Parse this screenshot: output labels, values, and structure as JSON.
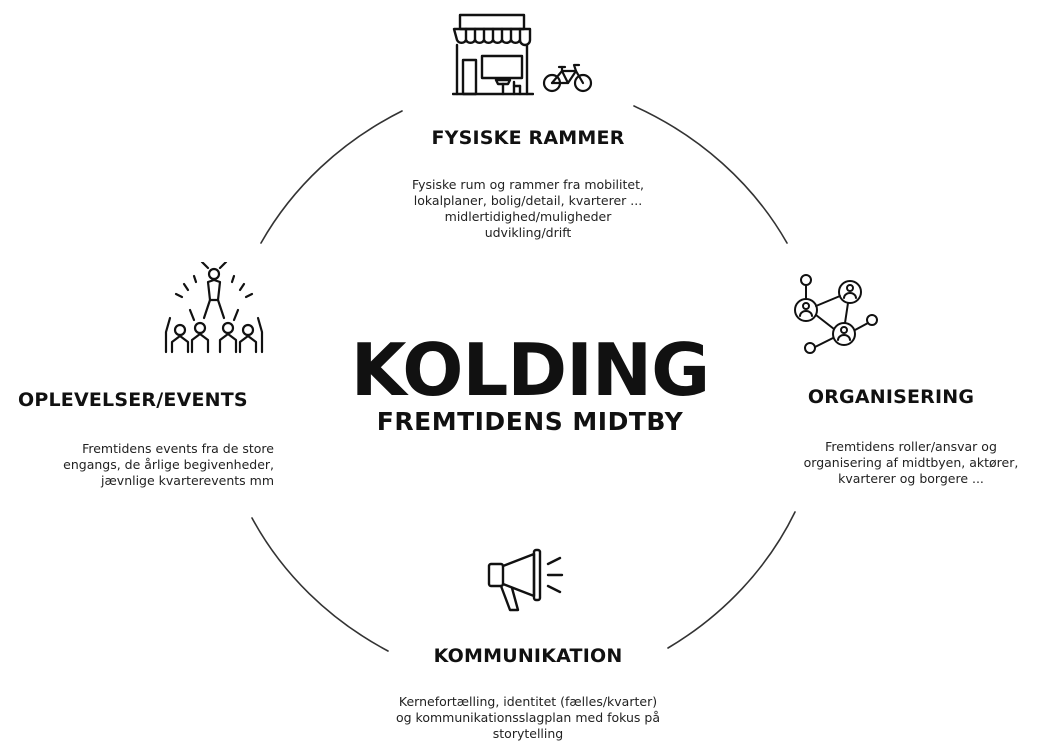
{
  "center": {
    "title": "KOLDING",
    "subtitle": "FREMTIDENS MIDTBY"
  },
  "sections": {
    "physical": {
      "title": "FYSISKE RAMMER",
      "lines": [
        "Fysiske rum og rammer fra mobilitet,",
        "lokalplaner, bolig/detail, kvarterer ...",
        "midlertidighed/muligheder",
        "udvikling/drift"
      ],
      "icons": [
        "shop-icon",
        "bicycle-icon"
      ]
    },
    "events": {
      "title": "OPLEVELSER/EVENTS",
      "lines": [
        "Fremtidens events fra de store",
        "engangs, de årlige begivenheder,",
        "jævnlige kvarterevents mm"
      ],
      "icons": [
        "crowd-celebration-icon"
      ]
    },
    "organising": {
      "title": "ORGANISERING",
      "lines": [
        "Fremtidens roller/ansvar og",
        "organisering af midtbyen, aktører,",
        "kvarterer og borgere ..."
      ],
      "icons": [
        "network-people-icon"
      ]
    },
    "communication": {
      "title": "KOMMUNIKATION",
      "lines": [
        "Kernefortælling, identitet (fælles/kvarter)",
        "og kommunikationsslagplan med fokus på",
        "storytelling"
      ],
      "icons": [
        "megaphone-icon"
      ]
    }
  },
  "colors": {
    "text": "#111111",
    "ring": "#333333",
    "background": "#ffffff"
  }
}
